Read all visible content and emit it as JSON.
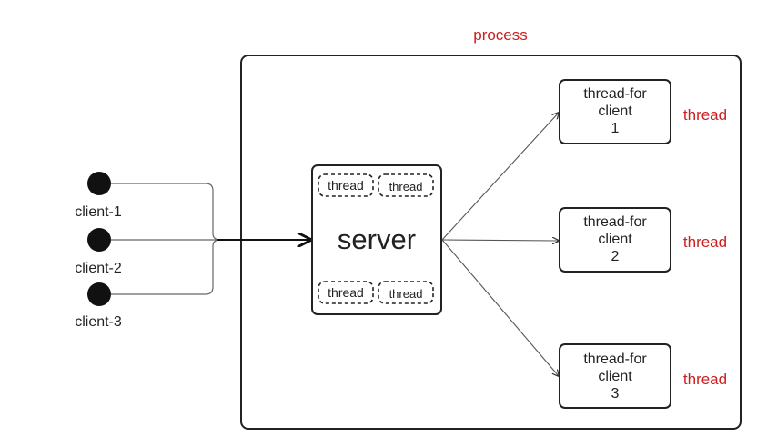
{
  "process_label": "process",
  "clients": [
    "client-1",
    "client-2",
    "client-3"
  ],
  "server": {
    "label": "server",
    "threads": [
      "thread",
      "thread",
      "thread",
      "thread"
    ]
  },
  "workers": [
    {
      "lines": [
        "thread-for",
        "client",
        "1"
      ],
      "tag": "thread"
    },
    {
      "lines": [
        "thread-for",
        "client",
        "2"
      ],
      "tag": "thread"
    },
    {
      "lines": [
        "thread-for",
        "client",
        "3"
      ],
      "tag": "thread"
    }
  ],
  "colors": {
    "accent_red": "#cc1f1f",
    "stroke": "#222222"
  }
}
